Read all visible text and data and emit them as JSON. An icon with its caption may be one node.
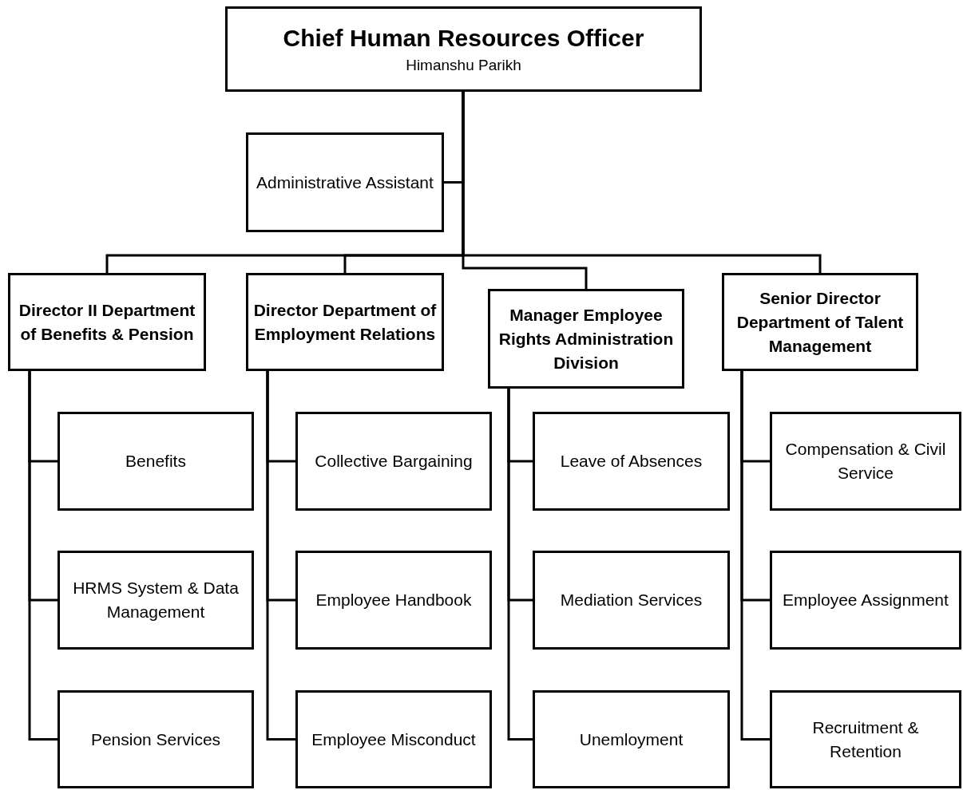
{
  "diagram": {
    "nodes": [
      {
        "text": [
          "Chief Human Resources Officer",
          "Himanshu Parikh"
        ]
      },
      {
        "text": [
          "Administrative Assistant"
        ]
      },
      {
        "text": [
          "Director II Department of Benefits & Pension"
        ]
      },
      {
        "text": [
          "Director Department of Employment Relations"
        ]
      },
      {
        "text": [
          "Manager Employee Rights Administration Division"
        ]
      },
      {
        "text": [
          "Senior Director Department of Talent Management"
        ]
      },
      {
        "text": [
          "Benefits"
        ]
      },
      {
        "text": [
          "HRMS System & Data Management"
        ]
      },
      {
        "text": [
          "Pension Services"
        ]
      },
      {
        "text": [
          "Collective Bargaining"
        ]
      },
      {
        "text": [
          "Employee Handbook"
        ]
      },
      {
        "text": [
          "Employee Misconduct"
        ]
      },
      {
        "text": [
          "Leave of Absences"
        ]
      },
      {
        "text": [
          "Mediation Services"
        ]
      },
      {
        "text": [
          "Unemloyment"
        ]
      },
      {
        "text": [
          "Compensation & Civil Service"
        ]
      },
      {
        "text": [
          "Employee Assignment"
        ]
      },
      {
        "text": [
          "Recruitment & Retention"
        ]
      }
    ],
    "edges": [
      {
        "from": 0,
        "to": 1,
        "arrow": "none"
      },
      {
        "from": 0,
        "to": 2,
        "arrow": "none"
      },
      {
        "from": 0,
        "to": 3,
        "arrow": "none"
      },
      {
        "from": 0,
        "to": 4,
        "arrow": "none"
      },
      {
        "from": 0,
        "to": 5,
        "arrow": "none"
      },
      {
        "from": 2,
        "to": 6,
        "arrow": "none"
      },
      {
        "from": 2,
        "to": 7,
        "arrow": "none"
      },
      {
        "from": 2,
        "to": 8,
        "arrow": "none"
      },
      {
        "from": 3,
        "to": 9,
        "arrow": "none"
      },
      {
        "from": 3,
        "to": 10,
        "arrow": "none"
      },
      {
        "from": 3,
        "to": 11,
        "arrow": "none"
      },
      {
        "from": 4,
        "to": 12,
        "arrow": "none"
      },
      {
        "from": 4,
        "to": 13,
        "arrow": "none"
      },
      {
        "from": 4,
        "to": 14,
        "arrow": "none"
      },
      {
        "from": 5,
        "to": 15,
        "arrow": "none"
      },
      {
        "from": 5,
        "to": 16,
        "arrow": "none"
      },
      {
        "from": 5,
        "to": 17,
        "arrow": "none"
      }
    ]
  }
}
